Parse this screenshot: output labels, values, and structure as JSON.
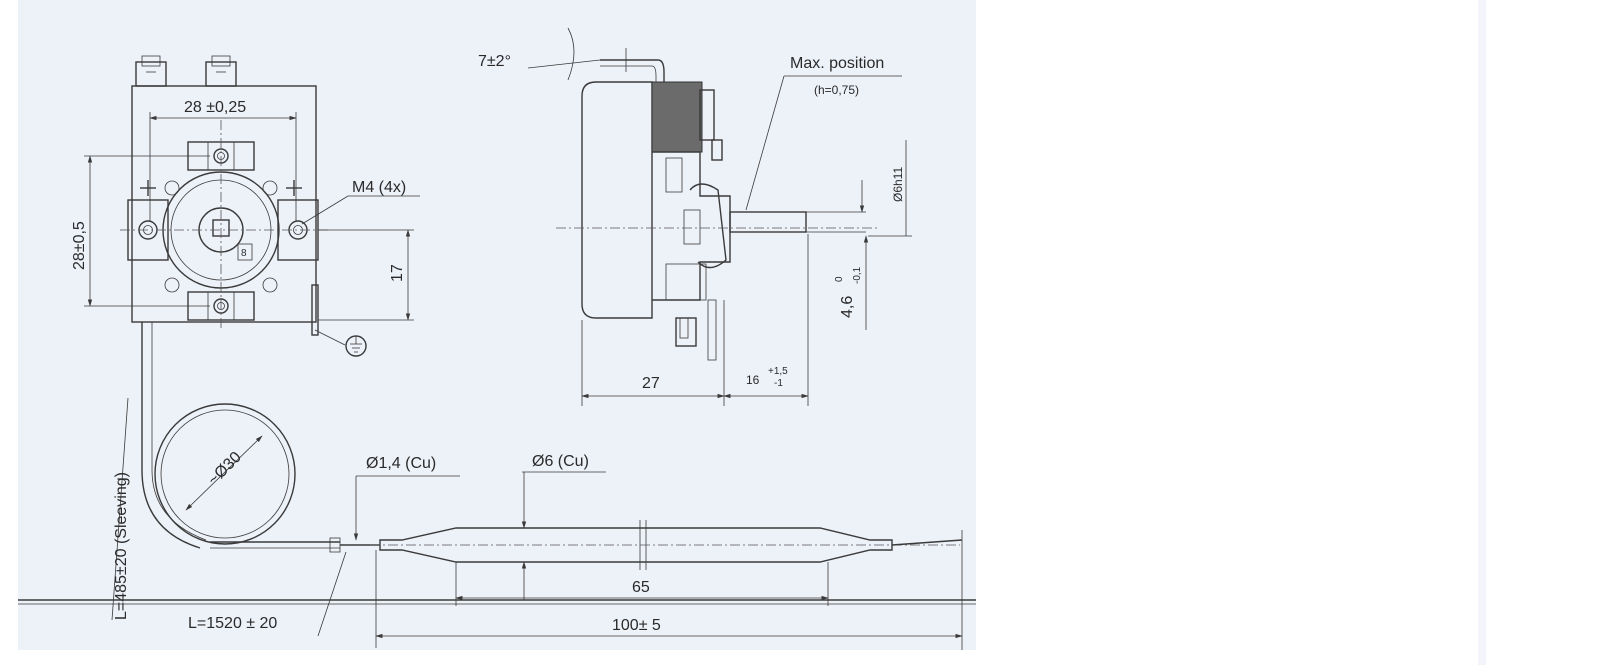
{
  "labels": {
    "dim_28_025": "28 ±0,25",
    "dim_28_05": "28±0,5",
    "m4": "M4 (4x)",
    "dim_17": "17",
    "angle": "7±2°",
    "max_position": "Max. position",
    "h_value": "(h=0,75)",
    "shaft_dia": "Ø6h11",
    "dim_46": "4,6",
    "tol_46": "0\n-0,1",
    "tol_46_upper": "0",
    "tol_46_lower": "-0,1",
    "dim_27": "27",
    "dim_16": "16",
    "tol_16_upper": "+1,5",
    "tol_16_lower": "-1",
    "coil_dia": "~Ø30",
    "sleeving": "L=485±20 (Sleeving)",
    "capillary_dia": "Ø1,4 (Cu)",
    "bulb_dia": "Ø6 (Cu)",
    "dim_65": "65",
    "dim_100": "100± 5",
    "capillary_len": "L=1520 ± 20"
  },
  "colors": {
    "paper": "#edf1f8",
    "ink": "#3a3a3a"
  },
  "icons": {
    "ground": "ground-symbol-icon"
  }
}
